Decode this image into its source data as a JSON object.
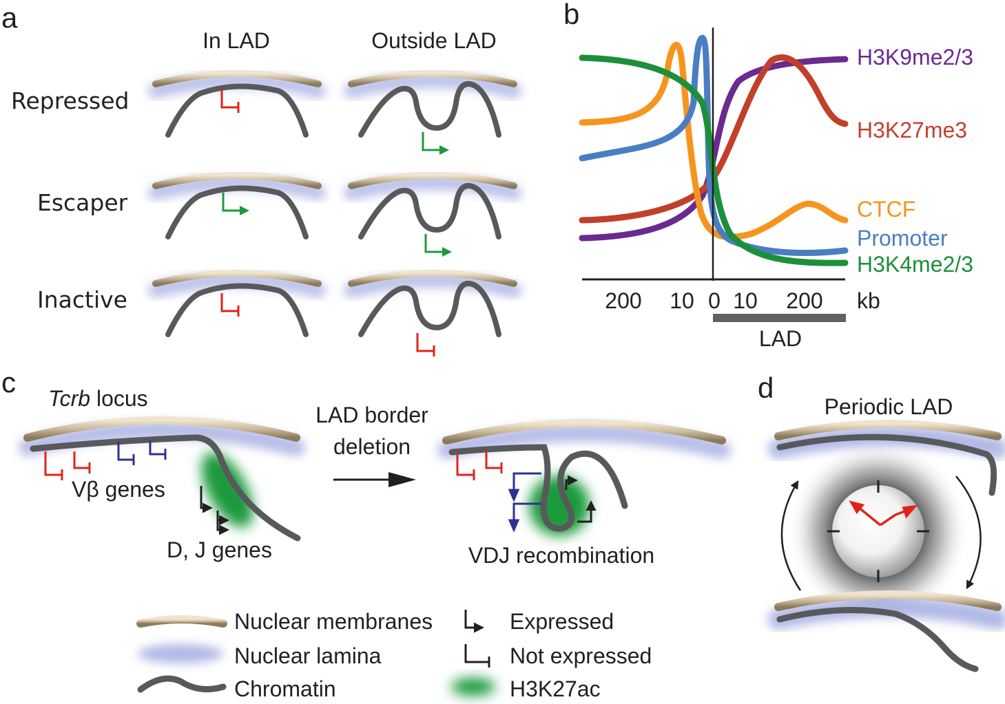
{
  "panels": {
    "a": "a",
    "b": "b",
    "c": "c",
    "d": "d"
  },
  "panel_a": {
    "columns": [
      "In LAD",
      "Outside LAD"
    ],
    "rows": [
      "Repressed",
      "Escaper",
      "Inactive"
    ]
  },
  "panel_b": {
    "x_ticks": [
      "200",
      "10",
      "0",
      "10",
      "200"
    ],
    "unit": "kb",
    "lad_label": "LAD",
    "tracks": [
      {
        "name": "H3K9me2/3",
        "color": "#6b2a8f"
      },
      {
        "name": "H3K27me3",
        "color": "#c2402a"
      },
      {
        "name": "CTCF",
        "color": "#f7941d"
      },
      {
        "name": "Promoter",
        "color": "#4a7ec2"
      },
      {
        "name": "H3K4me2/3",
        "color": "#1d8f3a"
      }
    ]
  },
  "panel_c": {
    "locus_italic": "Tcrb",
    "locus_suffix": " locus",
    "vbeta_genes": "Vβ genes",
    "dj_genes": "D, J genes",
    "arrow_line1": "LAD border",
    "arrow_line2": "deletion",
    "vdj": "VDJ recombination"
  },
  "panel_d": {
    "title": "Periodic LAD"
  },
  "legend": {
    "membranes": "Nuclear membranes",
    "lamina": "Nuclear lamina",
    "chromatin": "Chromatin",
    "expressed": "Expressed",
    "not_expressed": "Not expressed",
    "h3k27ac": "H3K27ac"
  },
  "colors": {
    "membrane": "#c9b89a",
    "lamina": "#9fa7e0",
    "chromatin": "#58595b",
    "expressed": "#1d9a3c",
    "not_expressed": "#e2231a",
    "vbeta_blue": "#2e3192",
    "clock_hands": "#e2231a"
  }
}
